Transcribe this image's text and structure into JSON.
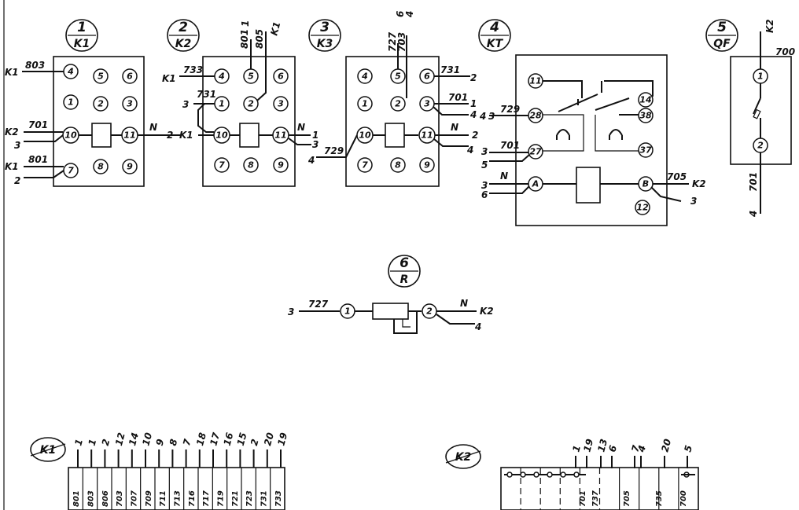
{
  "devices": [
    {
      "num": "1",
      "code": "K1"
    },
    {
      "num": "2",
      "code": "K2"
    },
    {
      "num": "3",
      "code": "K3"
    },
    {
      "num": "4",
      "code": "KT"
    },
    {
      "num": "5",
      "code": "QF"
    },
    {
      "num": "6",
      "code": "R"
    }
  ],
  "relay_terminals": [
    "4",
    "5",
    "6",
    "1",
    "2",
    "3",
    "10",
    "11",
    "7",
    "8",
    "9"
  ],
  "kt_terminals": [
    "11",
    "14",
    "28",
    "38",
    "27",
    "37",
    "A",
    "B",
    "12"
  ],
  "qf_terminals": [
    "1",
    "2"
  ],
  "r_terminals": [
    "1",
    "2"
  ],
  "wires": {
    "k1": {
      "t4_left_name": "K1",
      "t4_left_wire": "803",
      "t10_left_name": "K2",
      "t10_left_wire": "701",
      "t10_left_under": "3",
      "t7_left_name": "K1",
      "t7_left_wire": "801",
      "t7_left_under": "2",
      "t11_right_wire": "N",
      "t11_right_to": "2"
    },
    "k2": {
      "top_wires": "801",
      "top_num": "1",
      "top_wires2": "805",
      "top_name": "K1",
      "t4_left_name": "K1",
      "t4_left_wire": "733",
      "t1_left_num": "3",
      "t1_left_wire": "731",
      "t10_left_name": "K1",
      "t11_right_wire": "N",
      "t11_right_1": "1",
      "t11_right_2": "3"
    },
    "k3": {
      "top_wire1": "727",
      "top_wire2": "703",
      "top_num1": "6",
      "top_num2": "4",
      "t6_right_wire": "731",
      "t6_right_num": "2",
      "t3_right_wire": "701",
      "t3_right_1": "1",
      "t3_right_2": "4",
      "t11_right_wire": "N",
      "t11_right_1": "2",
      "t11_right_2": "4",
      "t10_left_wire": "729",
      "t10_left_num": "4"
    },
    "kt": {
      "t28_left_wire": "729",
      "t28_left_1": "4",
      "t28_left_2": "3",
      "t27_left_wire": "701",
      "t27_left_1": "3",
      "t27_left_2": "5",
      "tA_left_wire": "N",
      "tA_left_1": "3",
      "tA_left_2": "6",
      "tB_right_wire": "705",
      "tB_right_name": "K2",
      "tB_right_num": "3"
    },
    "qf": {
      "top_name": "K2",
      "top_wire": "700",
      "bottom_wire": "701",
      "bottom_num": "4"
    },
    "r": {
      "left_num": "3",
      "left_wire": "727",
      "right_wire": "N",
      "right_name": "K2",
      "right_num": "4"
    }
  },
  "strip_k1": {
    "label": "K1",
    "cells": [
      "801",
      "803",
      "806",
      "703",
      "707",
      "709",
      "711",
      "713",
      "716",
      "717",
      "719",
      "721",
      "723",
      "731",
      "733"
    ],
    "tops": [
      "1",
      "1",
      "2",
      "12",
      "14",
      "10",
      "9",
      "8",
      "7",
      "18",
      "17",
      "16",
      "15",
      "2",
      "20",
      "19"
    ]
  },
  "strip_k2": {
    "label": "K2",
    "cells": [
      "701",
      "737",
      "705",
      "735",
      "700"
    ],
    "tops": [
      "1",
      "19",
      "13",
      "6",
      "7",
      "4",
      "20",
      "5"
    ]
  }
}
